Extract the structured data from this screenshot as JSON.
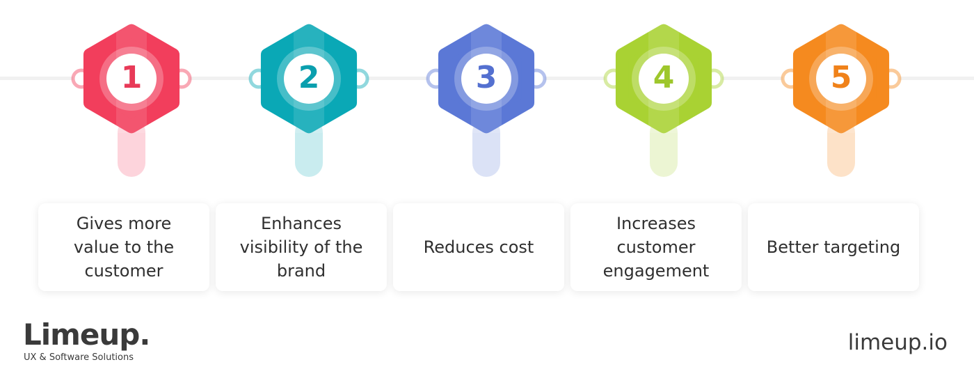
{
  "steps": [
    {
      "number": "1",
      "label": "Gives more value to the customer",
      "lines": [
        "Gives more",
        "value to the",
        "customer"
      ],
      "color": "#f23e5c",
      "light": "#fdd4dc",
      "num_color": "#e83a58"
    },
    {
      "number": "2",
      "label": "Enhances visibility of the brand",
      "lines": [
        "Enhances",
        "visibility of the",
        "brand"
      ],
      "color": "#0aa8b6",
      "light": "#c9ecef",
      "num_color": "#0a9fae"
    },
    {
      "number": "3",
      "label": "Reduces cost",
      "lines": [
        "Reduces cost"
      ],
      "color": "#5b78d6",
      "light": "#dbe2f6",
      "num_color": "#5470d0"
    },
    {
      "number": "4",
      "label": "Increases customer engagement",
      "lines": [
        "Increases",
        "customer",
        "engagement"
      ],
      "color": "#a9d233",
      "light": "#ecf5d3",
      "num_color": "#9ec72c"
    },
    {
      "number": "5",
      "label": "Better targeting",
      "lines": [
        "Better targeting"
      ],
      "color": "#f58a1f",
      "light": "#fde2c8",
      "num_color": "#f0821a"
    }
  ],
  "brand": {
    "name": "Limeup.",
    "tagline": "UX & Software Solutions",
    "website": "limeup.io"
  }
}
